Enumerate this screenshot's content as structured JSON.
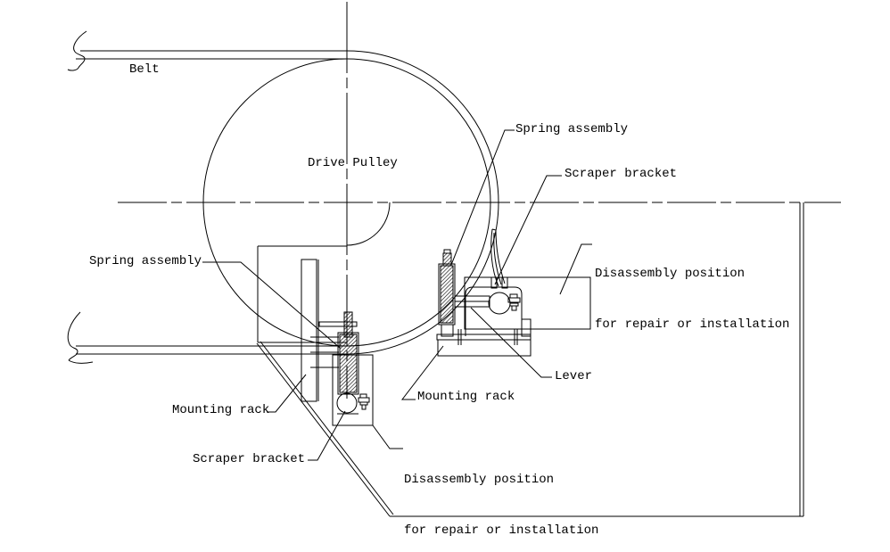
{
  "diagram": {
    "labels": {
      "belt": "Belt",
      "drive_pulley": "Drive Pulley",
      "spring_assembly_right": "Spring assembly",
      "scraper_bracket_right": "Scraper bracket",
      "disassembly_right": {
        "line1": "Disassembly position",
        "line2": "for repair or installation"
      },
      "lever": "Lever",
      "mounting_rack_right": "Mounting rack",
      "spring_assembly_left": "Spring assembly",
      "mounting_rack_left": "Mounting rack",
      "scraper_bracket_left": "Scraper bracket",
      "disassembly_left": {
        "line1": "Disassembly position",
        "line2": "for repair or installation"
      }
    },
    "colors": {
      "line": "#000000",
      "background": "#ffffff"
    }
  }
}
